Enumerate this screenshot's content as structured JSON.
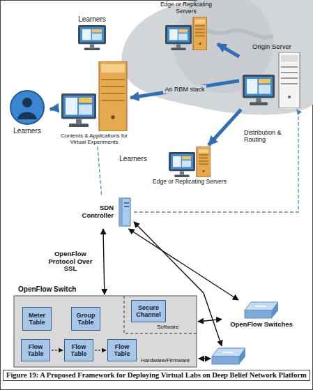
{
  "diagram": {
    "caption": "Figure 19: A Proposed Framework for Deploying Virtual Labs on Deep Belief Network Platform",
    "nodes": [
      {
        "text": [
          "Learners"
        ]
      },
      {
        "text": [
          "Edge or Replicating Servers"
        ]
      },
      {
        "text": [
          "Origin Server"
        ]
      },
      {
        "text": [
          "Learners"
        ]
      },
      {
        "text": [
          "Contents & Applications for Virtual Experiments"
        ]
      },
      {
        "text": [
          "Learners"
        ]
      },
      {
        "text": [
          "Edge or Replicating Servers"
        ]
      },
      {
        "text": [
          "SDN Controller"
        ]
      },
      {
        "text": [
          "OpenFlow Switch"
        ]
      },
      {
        "text": [
          "Meter Table"
        ],
        "in": 8
      },
      {
        "text": [
          "Group Table"
        ],
        "in": 8
      },
      {
        "text": [
          "Secure Channel"
        ],
        "in": 8
      },
      {
        "text": [
          "Flow Table"
        ],
        "in": 8
      },
      {
        "text": [
          "Flow Table"
        ],
        "in": 8
      },
      {
        "text": [
          "Flow Table"
        ],
        "in": 8
      },
      {
        "text": [
          "OpenFlow Switches"
        ]
      }
    ],
    "edges": [
      {
        "from": 2,
        "to": 1,
        "arrow": "to"
      },
      {
        "from": 2,
        "to": 4,
        "label": "An RBM stack",
        "arrow": "to"
      },
      {
        "from": 2,
        "to": 6,
        "arrow": "to"
      },
      {
        "from": 4,
        "to": 3,
        "arrow": "to"
      },
      {
        "from": 4,
        "to": 7,
        "arrow": "none"
      },
      {
        "from": 7,
        "to": 2,
        "arrow": "to"
      },
      {
        "from": 7,
        "to": 8,
        "label": "OpenFlow Protocol Over SSL",
        "arrow": "both"
      },
      {
        "from": 7,
        "to": 15,
        "arrow": "both"
      },
      {
        "from": 15,
        "to": 8,
        "arrow": "both"
      },
      {
        "from": 12,
        "to": 13,
        "arrow": "to"
      },
      {
        "from": 13,
        "to": 14,
        "arrow": "to"
      }
    ],
    "labels": [
      "Distribution & Routing",
      "Software",
      "Hardware/Firmware"
    ]
  }
}
